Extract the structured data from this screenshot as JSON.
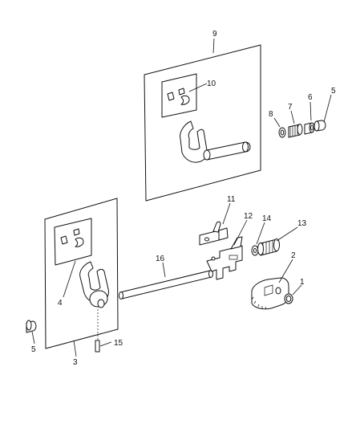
{
  "callouts": [
    "1",
    "2",
    "3",
    "4",
    "5",
    "5",
    "6",
    "7",
    "8",
    "9",
    "10",
    "11",
    "12",
    "13",
    "14",
    "15",
    "16"
  ],
  "parts": {
    "panel_upper": "9",
    "pads_upper": "10",
    "ring_upper": "5",
    "sleeve_upper": "6",
    "spring_upper": "7",
    "washer_upper": "8",
    "panel_lower": "3",
    "fork_lower": "4",
    "ring_lower": "5",
    "bracket": "11",
    "selector_plate": "12",
    "spring_lower": "13",
    "washer_lower": "14",
    "pin": "15",
    "rail": "16",
    "gear_plate": "2",
    "snap_ring": "1"
  }
}
